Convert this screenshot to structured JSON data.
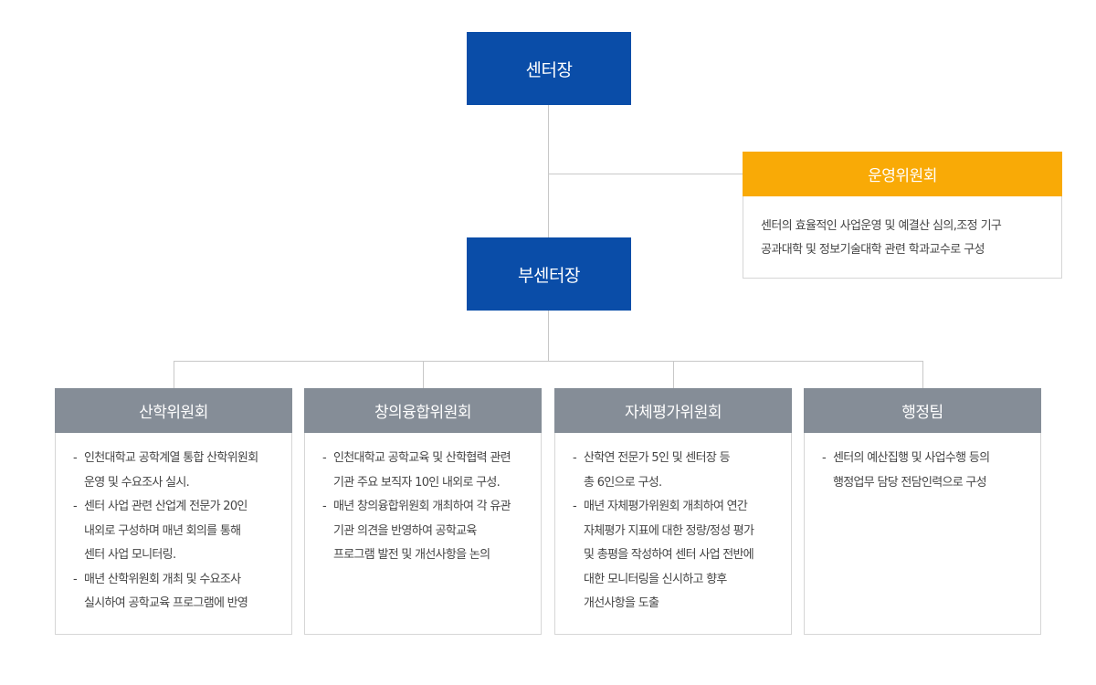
{
  "director": {
    "label": "센터장"
  },
  "vice_director": {
    "label": "부센터장"
  },
  "operating_committee": {
    "title": "운영위원회",
    "lines": [
      "센터의 효율적인 사업운영 및 예결산 심의,조정 기구",
      "공과대학 및 정보기술대학 관련 학과교수로 구성"
    ]
  },
  "departments": [
    {
      "title": "산학위원회",
      "items": [
        [
          "인천대학교 공학계열 통합 산학위원회",
          "운영 및 수요조사 실시."
        ],
        [
          "센터 사업 관련 산업계 전문가 20인",
          "내외로 구성하며 매년 회의를 통해",
          "센터 사업 모니터링."
        ],
        [
          "매년 산학위원회 개최 및 수요조사",
          "실시하여 공학교육 프로그램에 반영"
        ]
      ]
    },
    {
      "title": "창의융합위원회",
      "items": [
        [
          "인천대학교 공학교육 및 산학협력 관련",
          "기관 주요 보직자 10인 내외로 구성."
        ],
        [
          "매년 창의융합위원회 개최하여 각 유관",
          "기관 의견을 반영하여 공학교육",
          "프로그램 발전 및 개선사항을 논의"
        ]
      ]
    },
    {
      "title": "자체평가위원회",
      "items": [
        [
          "산학연 전문가 5인 및 센터장 등",
          "총 6인으로 구성."
        ],
        [
          "매년 자체평가위원회 개최하여 연간",
          "자체평가 지표에 대한 정량/정성 평가",
          "및 총평을 작성하여 센터 사업 전반에",
          "대한 모니터링을 신시하고 향후",
          "개선사항을 도출"
        ]
      ]
    },
    {
      "title": "행정팀",
      "items": [
        [
          "센터의 예산집행 및 사업수행 등의",
          "행정업무 담당 전담인력으로 구성"
        ]
      ]
    }
  ],
  "colors": {
    "director_bg": "#0a4da8",
    "committee_head_bg": "#f9aa06",
    "department_head_bg": "#858d97",
    "connector": "#c8c8c8"
  }
}
